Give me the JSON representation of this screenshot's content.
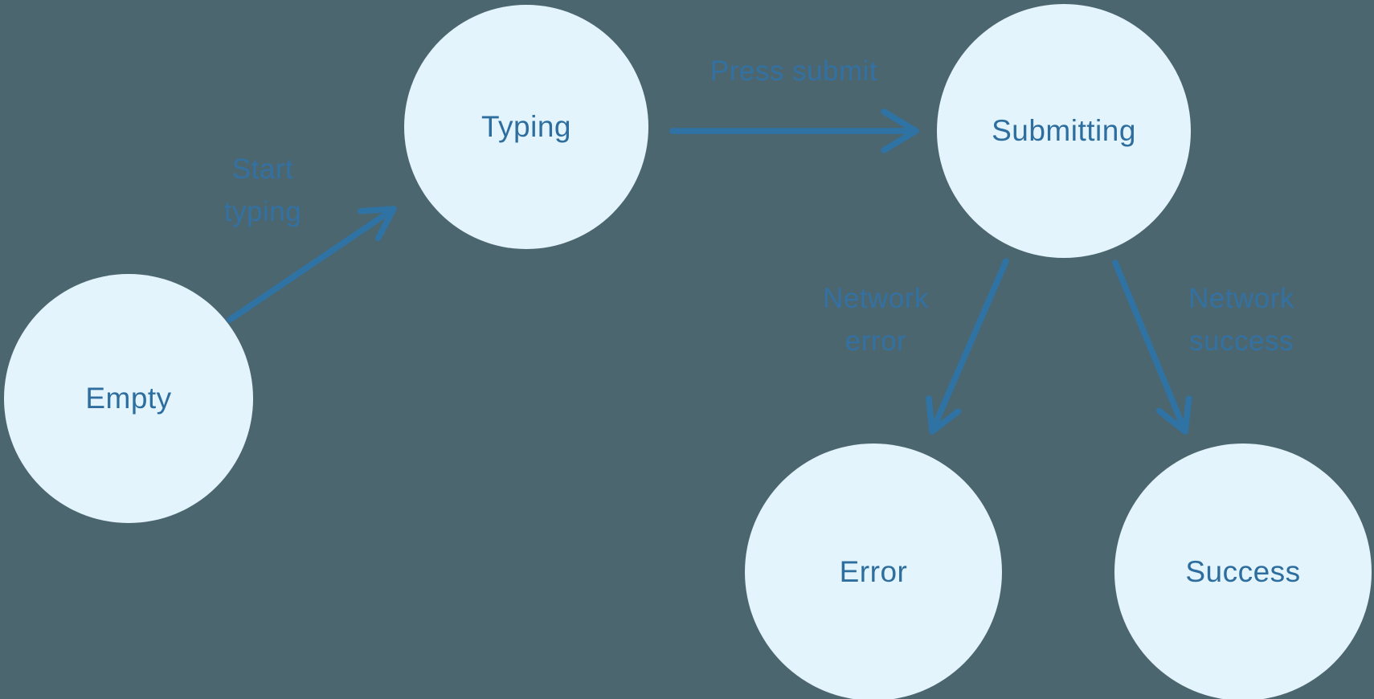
{
  "diagram": {
    "type": "state-machine",
    "states": [
      {
        "id": "empty",
        "label": "Empty"
      },
      {
        "id": "typing",
        "label": "Typing"
      },
      {
        "id": "submitting",
        "label": "Submitting"
      },
      {
        "id": "error",
        "label": "Error"
      },
      {
        "id": "success",
        "label": "Success"
      }
    ],
    "transitions": [
      {
        "from": "empty",
        "to": "typing",
        "label": "Start typing"
      },
      {
        "from": "typing",
        "to": "submitting",
        "label": "Press submit"
      },
      {
        "from": "submitting",
        "to": "error",
        "label": "Network error"
      },
      {
        "from": "submitting",
        "to": "success",
        "label": "Network success"
      }
    ],
    "colors": {
      "background": "#4c6670",
      "node_fill": "#e3f4fd",
      "node_text": "#2e6e9e",
      "arrow": "#2f73a5",
      "edge_label": "#3773a8"
    }
  }
}
